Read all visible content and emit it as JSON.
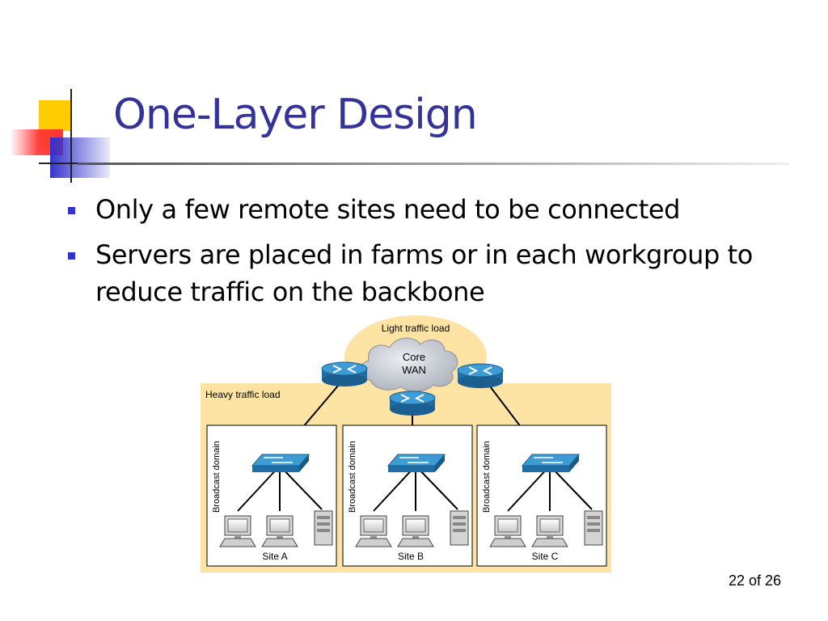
{
  "slide": {
    "title": "One-Layer Design",
    "page_number": "22 of 26",
    "bullets": [
      "Only a few remote sites need to be connected",
      "Servers are placed in farms or in each workgroup to reduce traffic on the backbone"
    ]
  },
  "diagram": {
    "core_label_line1": "Core",
    "core_label_line2": "WAN",
    "light_traffic_label": "Light traffic load",
    "heavy_traffic_label": "Heavy traffic load",
    "domain_label": "Broadcast domain",
    "sites": [
      "Site A",
      "Site B",
      "Site C"
    ]
  },
  "colors": {
    "title": "#333399",
    "bullet": "#3333cc",
    "traffic_area": "#fde4a4",
    "cloud": "#c9ccd4",
    "device_blue": "#3e9cd4",
    "deco_yellow": "#ffcc00",
    "deco_red": "#ff3333",
    "deco_blue": "#3333cc"
  }
}
